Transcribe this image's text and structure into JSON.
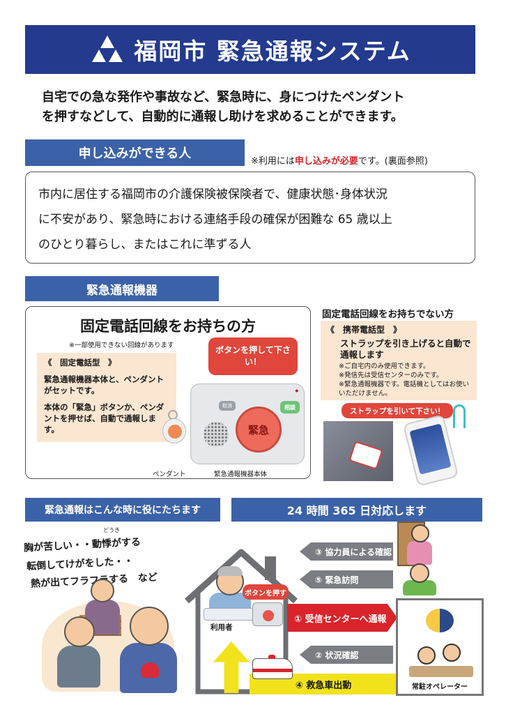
{
  "header": {
    "title": "福岡市 緊急通報システム",
    "logo_icon": "fukuoka-city-emblem-icon"
  },
  "intro": {
    "line1": "自宅での急な発作や事故など、緊急時に、身につけたペンダント",
    "line2": "を押すなどして、自動的に通報し助けを求めることができます。"
  },
  "apply": {
    "heading": "申し込みができる人",
    "note_prefix": "※利用には",
    "note_red": "申し込みが必要",
    "note_suffix": "です。(裏面参照)",
    "eligibility_line1": "市内に居住する福岡市の介護保険被保険者で、健康状態･身体状況",
    "eligibility_line2": "に不安があり、緊急時における連絡手段の確保が困難な 65 歳以上",
    "eligibility_line3": "のひとり暮らし、またはこれに準ずる人"
  },
  "device": {
    "heading": "緊急通報機器",
    "fixed": {
      "title": "固定電話回線をお持ちの方",
      "note": "※一部使用できない回線があります",
      "type": "《　固定電話型　》",
      "desc1": "緊急通報機器本体と、ペンダントがセットです。",
      "desc2": "本体の「緊急」ボタンか、ペンダントを押せば、自動で通報します。",
      "callout": "ボタンを押して下さい！",
      "device_red_label": "緊急",
      "device_green_label": "相談",
      "device_gray_label": "取消",
      "caption_pendant": "ペンダント",
      "caption_device": "緊急通報機器本体"
    },
    "mobile": {
      "title": "固定電話回線をお持ちでない方",
      "type": "《　携帯電話型　》",
      "lead": "ストラップを引き上げると自動で通報します",
      "note1": "※ご自宅内のみ使用できます。",
      "note2": "※発信先は受信センターのみです。",
      "note3": "※緊急通報機器です。電話機としてはお使いいただけません。",
      "callout": "ストラップを引いて下さい！"
    }
  },
  "useful": {
    "heading": "緊急通報はこんな時に役にたちます",
    "ruby": "どうき",
    "symptom1": "胸が苦しい・・動悸がする",
    "symptom2": "転倒してけがをした・・",
    "symptom3": "熱が出てフラフラする　など"
  },
  "flow": {
    "heading": "24 時間 365 日対応します",
    "user_label": "利用者",
    "press_callout": "ボタンを押す",
    "step1": "① 受信センターへ通報",
    "step2": "② 状況確認",
    "step3": "③ 協力員による確認",
    "step4": "④ 救急車出動",
    "step5": "⑤ 緊急訪問",
    "center_label": "常駐オペレーター"
  },
  "colors": {
    "banner": "#233a8e",
    "section_head": "#3b62a8",
    "peach": "#fbe6d2",
    "red": "#d9242b",
    "yellow": "#f2e21c",
    "gray_arrow": "#7a7d82"
  }
}
